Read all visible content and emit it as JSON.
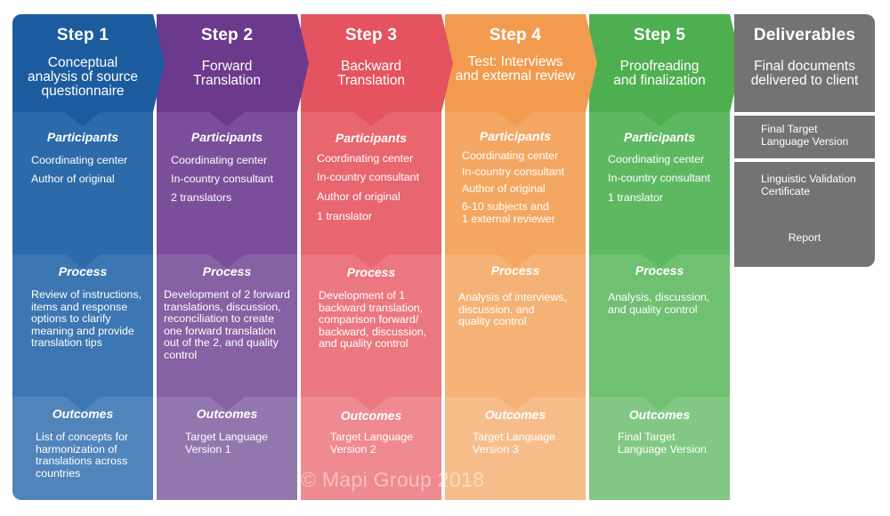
{
  "steps": [
    {
      "title": "Step 1",
      "subtitle": "Conceptual\nanalysis of source\nquestionnaire",
      "participants_label": "Participants",
      "participants": [
        "Coordinating center",
        "Author of original"
      ],
      "process_label": "Process",
      "process": "Review of instructions,\nitems and response\noptions to clarify\nmeaning and provide\ntranslation tips",
      "outcomes_label": "Outcomes",
      "outcomes": "List of concepts for\nharmonization of\ntranslations across\ncountries",
      "colors": {
        "header": "#1c5c9e",
        "participants": "#2c6aa9",
        "process": "#3d77b3",
        "outcomes": "#5184bb",
        "chevron": "#1c5c9e"
      }
    },
    {
      "title": "Step 2",
      "subtitle": "Forward\nTranslation",
      "participants_label": "Participants",
      "participants": [
        "Coordinating center",
        "In-country consultant",
        "2 translators"
      ],
      "process_label": "Process",
      "process": "Development of 2 forward\ntranslations, discussion,\nreconciliation to create\none forward translation\nout of the 2, and quality\ncontrol",
      "outcomes_label": "Outcomes",
      "outcomes": "Target Language\nVersion 1",
      "colors": {
        "header": "#6c3a8c",
        "participants": "#7a4e98",
        "process": "#8661a3",
        "outcomes": "#9277ae",
        "chevron": "#6c3a8c"
      }
    },
    {
      "title": "Step 3",
      "subtitle": "Backward\nTranslation",
      "participants_label": "Participants",
      "participants": [
        "Coordinating center",
        "In-country consultant",
        "Author of original",
        "1 translator"
      ],
      "process_label": "Process",
      "process": "Development of 1\nbackward translation,\ncomparison forward/\nbackward, discussion,\nand quality control",
      "outcomes_label": "Outcomes",
      "outcomes": "Target Language\nVersion 2",
      "colors": {
        "header": "#e4535f",
        "participants": "#e8666f",
        "process": "#eb7880",
        "outcomes": "#ee8a90",
        "chevron": "#e4535f"
      }
    },
    {
      "title": "Step 4",
      "subtitle": "Test: Interviews\nand external review",
      "participants_label": "Participants",
      "participants": [
        "Coordinating center",
        "In-country consultant",
        "Author of original",
        "6-10 subjects and\n1 external reviewer"
      ],
      "process_label": "Process",
      "process": "Analysis of interviews,\ndiscussion, and\nquality control",
      "outcomes_label": "Outcomes",
      "outcomes": "Target Language\nVersion 3",
      "colors": {
        "header": "#f29b4e",
        "participants": "#f4a762",
        "process": "#f5b276",
        "outcomes": "#f6bd8a",
        "chevron": "#f29b4e"
      }
    },
    {
      "title": "Step 5",
      "subtitle": "Proofreading\nand finalization",
      "participants_label": "Participants",
      "participants": [
        "Coordinating center",
        "In-country consultant",
        "1 translator"
      ],
      "process_label": "Process",
      "process": "Analysis, discussion,\nand quality control",
      "outcomes_label": "Outcomes",
      "outcomes": "Final Target\nLanguage Version",
      "colors": {
        "header": "#4daf4f",
        "participants": "#5eb861",
        "process": "#70c072",
        "outcomes": "#82c884",
        "chevron": "#4daf4f"
      }
    }
  ],
  "deliverables": {
    "title": "Deliverables",
    "subtitle": "Final documents\ndelivered to client",
    "items": [
      "Final Target\nLanguage Version",
      "Linguistic Validation\nCertificate",
      "Report"
    ],
    "color": "#737375"
  },
  "watermark": "© Mapi Group  2018"
}
